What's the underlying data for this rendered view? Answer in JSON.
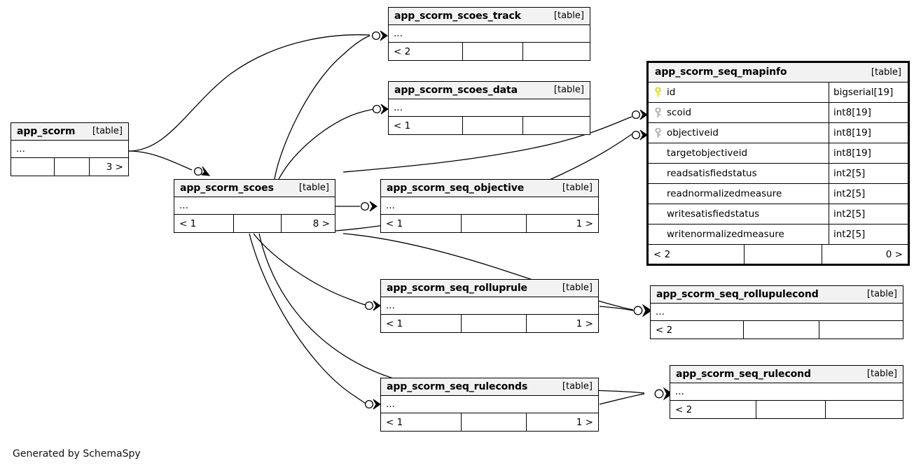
{
  "diagram": {
    "kind_label": "[table]",
    "ellipsis": "...",
    "credit": "Generated by SchemaSpy",
    "colors": {
      "primary_key": "#e8e81c",
      "foreign_key": "#b0b0b0",
      "header_bg": "#f2f2f2",
      "border": "#000000",
      "background": "#ffffff"
    }
  },
  "tables": {
    "app_scorm": {
      "name": "app_scorm",
      "kind": "[table]",
      "ellipsis": "...",
      "footer": {
        "left": "",
        "mid": "",
        "right": "3 >"
      }
    },
    "app_scorm_scoes": {
      "name": "app_scorm_scoes",
      "kind": "[table]",
      "ellipsis": "...",
      "footer": {
        "left": "< 1",
        "mid": "",
        "right": "8 >"
      }
    },
    "app_scorm_scoes_track": {
      "name": "app_scorm_scoes_track",
      "kind": "[table]",
      "ellipsis": "...",
      "footer": {
        "left": "< 2",
        "mid": "",
        "right": ""
      }
    },
    "app_scorm_scoes_data": {
      "name": "app_scorm_scoes_data",
      "kind": "[table]",
      "ellipsis": "...",
      "footer": {
        "left": "< 1",
        "mid": "",
        "right": ""
      }
    },
    "app_scorm_seq_objective": {
      "name": "app_scorm_seq_objective",
      "kind": "[table]",
      "ellipsis": "...",
      "footer": {
        "left": "< 1",
        "mid": "",
        "right": "1 >"
      }
    },
    "app_scorm_seq_mapinfo": {
      "name": "app_scorm_seq_mapinfo",
      "kind": "[table]",
      "focal": true,
      "columns": [
        {
          "key": "primary",
          "name": "id",
          "type": "bigserial[19]"
        },
        {
          "key": "foreign",
          "name": "scoid",
          "type": "int8[19]"
        },
        {
          "key": "foreign",
          "name": "objectiveid",
          "type": "int8[19]"
        },
        {
          "key": "none",
          "name": "targetobjectiveid",
          "type": "int8[19]"
        },
        {
          "key": "none",
          "name": "readsatisfiedstatus",
          "type": "int2[5]"
        },
        {
          "key": "none",
          "name": "readnormalizedmeasure",
          "type": "int2[5]"
        },
        {
          "key": "none",
          "name": "writesatisfiedstatus",
          "type": "int2[5]"
        },
        {
          "key": "none",
          "name": "writenormalizedmeasure",
          "type": "int2[5]"
        }
      ],
      "footer": {
        "left": "< 2",
        "mid": "",
        "right": "0 >"
      }
    },
    "app_scorm_seq_rolluprule": {
      "name": "app_scorm_seq_rolluprule",
      "kind": "[table]",
      "ellipsis": "...",
      "footer": {
        "left": "< 1",
        "mid": "",
        "right": "1 >"
      }
    },
    "app_scorm_seq_rollupulecond": {
      "name": "app_scorm_seq_rollupulecond",
      "kind": "[table]",
      "ellipsis": "...",
      "footer": {
        "left": "< 2",
        "mid": "",
        "right": ""
      }
    },
    "app_scorm_seq_ruleconds": {
      "name": "app_scorm_seq_ruleconds",
      "kind": "[table]",
      "ellipsis": "...",
      "footer": {
        "left": "< 1",
        "mid": "",
        "right": "1 >"
      }
    },
    "app_scorm_seq_rulecond": {
      "name": "app_scorm_seq_rulecond",
      "kind": "[table]",
      "ellipsis": "...",
      "footer": {
        "left": "< 2",
        "mid": "",
        "right": ""
      }
    }
  }
}
